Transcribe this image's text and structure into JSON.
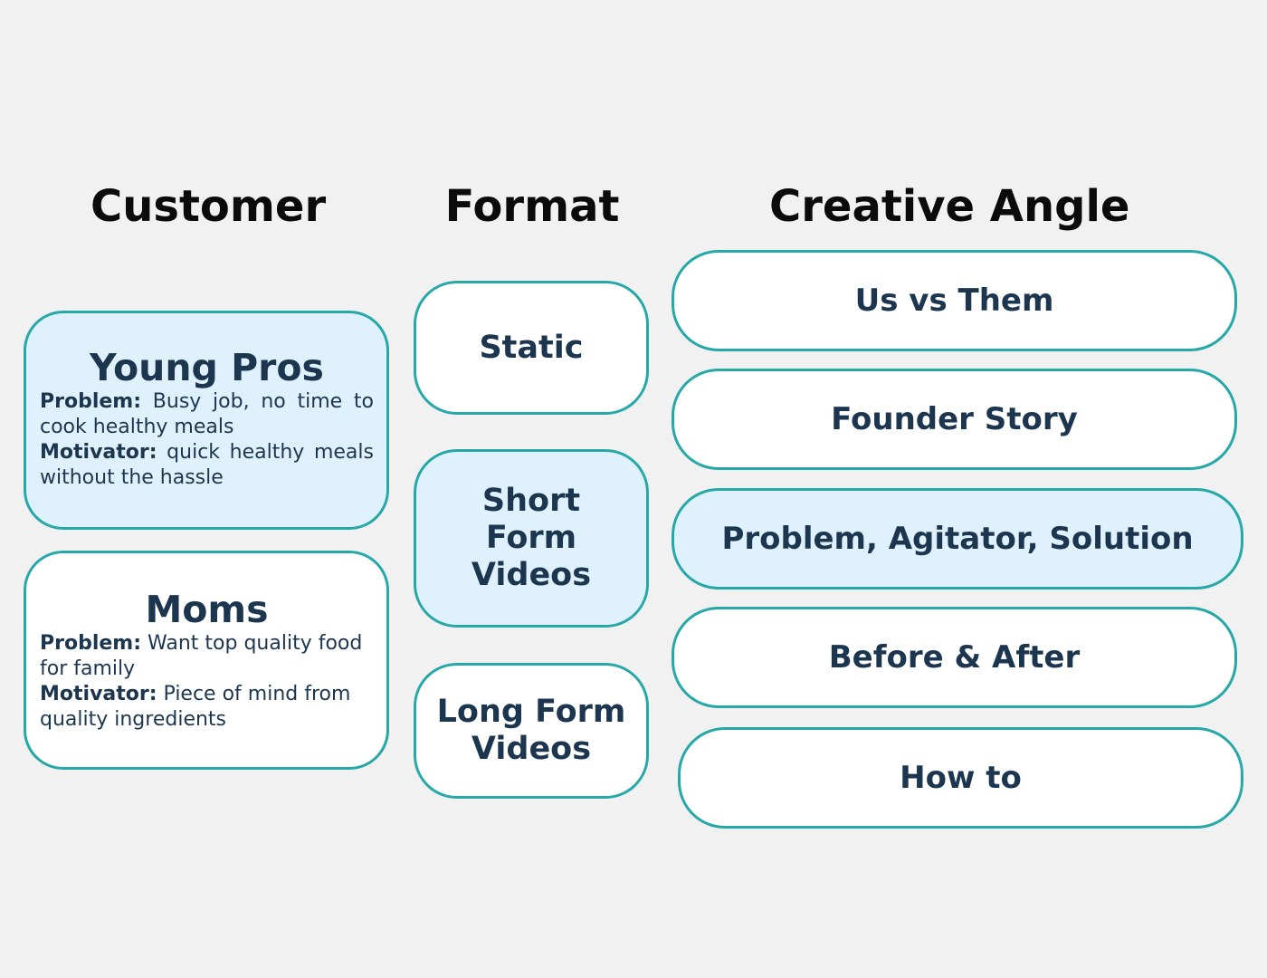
{
  "columns": {
    "customer": "Customer",
    "format": "Format",
    "creative_angle": "Creative Angle"
  },
  "customers": [
    {
      "name": "Young Pros",
      "problem_label": "Problem:",
      "problem": "Busy job, no time to cook healthy meals",
      "motivator_label": "Motivator:",
      "motivator": "quick healthy meals without the hassle",
      "highlighted": true
    },
    {
      "name": "Moms",
      "problem_label": "Problem:",
      "problem": "Want top quality food for family",
      "motivator_label": "Motivator:",
      "motivator": "Piece of mind from quality ingredients",
      "highlighted": false
    }
  ],
  "formats": [
    {
      "label": "Static",
      "highlighted": false
    },
    {
      "label": "Short Form Videos",
      "highlighted": true
    },
    {
      "label": "Long Form Videos",
      "highlighted": false
    }
  ],
  "angles": [
    {
      "label": "Us vs Them",
      "highlighted": false
    },
    {
      "label": "Founder Story",
      "highlighted": false
    },
    {
      "label": "Problem, Agitator, Solution",
      "highlighted": true
    },
    {
      "label": "Before & After",
      "highlighted": false
    },
    {
      "label": "How to",
      "highlighted": false
    }
  ],
  "colors": {
    "border": "#27a8a8",
    "highlight_fill": "#dff1fc",
    "box_fill": "#ffffff",
    "box_text": "#1d3650",
    "background": "#f1f1f1"
  }
}
